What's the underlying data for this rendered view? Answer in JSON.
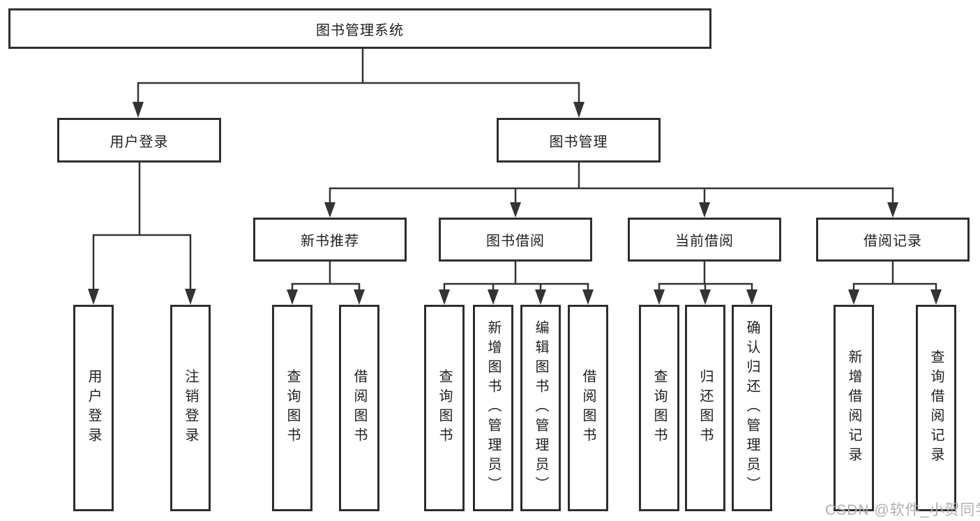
{
  "tree": {
    "root": {
      "label": "图书管理系统",
      "children": [
        {
          "label": "用户登录",
          "children": [
            {
              "label": "用户登录"
            },
            {
              "label": "注销登录"
            }
          ]
        },
        {
          "label": "图书管理",
          "children": [
            {
              "label": "新书推荐",
              "children": [
                {
                  "label": "查询图书"
                },
                {
                  "label": "借阅图书"
                }
              ]
            },
            {
              "label": "图书借阅",
              "children": [
                {
                  "label": "查询图书"
                },
                {
                  "label": "新增图书（管理员）"
                },
                {
                  "label": "编辑图书（管理员）"
                },
                {
                  "label": "借阅图书"
                }
              ]
            },
            {
              "label": "当前借阅",
              "children": [
                {
                  "label": "查询图书"
                },
                {
                  "label": "归还图书"
                },
                {
                  "label": "确认归还（管理员）"
                }
              ]
            },
            {
              "label": "借阅记录",
              "children": [
                {
                  "label": "新增借阅记录"
                },
                {
                  "label": "查询借阅记录"
                }
              ]
            }
          ]
        }
      ]
    }
  },
  "colors": {
    "line": "#333333",
    "border": "#2e2e2e",
    "text": "#1f1f1f",
    "watermark": "#b2adad"
  },
  "watermark": {
    "text": "CSDN @软件_小贺同学"
  }
}
